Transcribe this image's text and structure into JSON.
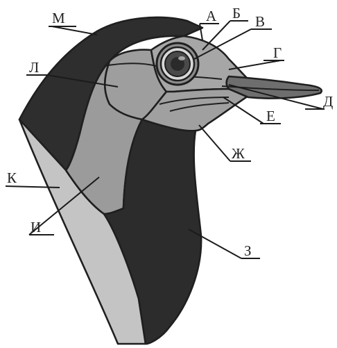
{
  "labels": {
    "A": "А",
    "B": "Б",
    "V": "В",
    "G": "Г",
    "D": "Д",
    "E": "Е",
    "ZH": "Ж",
    "Z": "З",
    "I": "И",
    "K": "К",
    "L": "Л",
    "M": "М"
  },
  "colors": {
    "dark": "#2e2e2e",
    "mid": "#9d9d9d",
    "light": "#c6c6c6",
    "beak": "#6f6f6f",
    "outline": "#1f1f1f"
  }
}
